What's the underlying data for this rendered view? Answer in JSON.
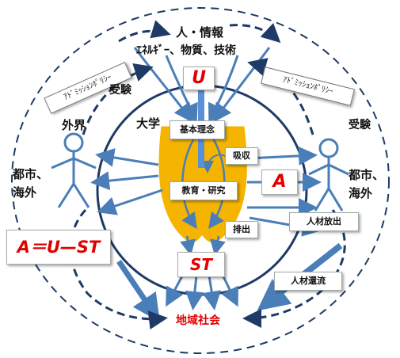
{
  "top_label_line1": "人・情報",
  "top_label_line2": "ｴﾈﾙｷﾞｰ、物質、技術",
  "admission_policy_left": "ｱﾄﾞﾐｯｼｮﾝﾎﾟﾘｼｰ",
  "admission_policy_right": "ｱﾄﾞﾐｯｼｮﾝﾎﾟﾘｼｰ",
  "exam_left": "受験",
  "exam_right": "受験",
  "outside_world": "外界",
  "university": "大学",
  "city_overseas_left_1": "都市、",
  "city_overseas_left_2": "海外",
  "city_overseas_right_1": "都市、",
  "city_overseas_right_2": "海外",
  "symbol_u": "U",
  "symbol_a": "A",
  "symbol_st": "ST",
  "formula": "A＝U—ST",
  "basic_philosophy": "基本理念",
  "absorption": "吸収",
  "education_research": "教育・研究",
  "discharge": "排出",
  "talent_release": "人材放出",
  "talent_return": "人材還流",
  "regional_society": "地域社会",
  "colors": {
    "arrow_blue": "#4a7eb8",
    "dash_navy": "#1f3a66",
    "circle_navy": "#1f3a66",
    "core_orange": "#f5b400",
    "accent_red": "#e00000",
    "bar_blue": "#5b8fd6"
  }
}
